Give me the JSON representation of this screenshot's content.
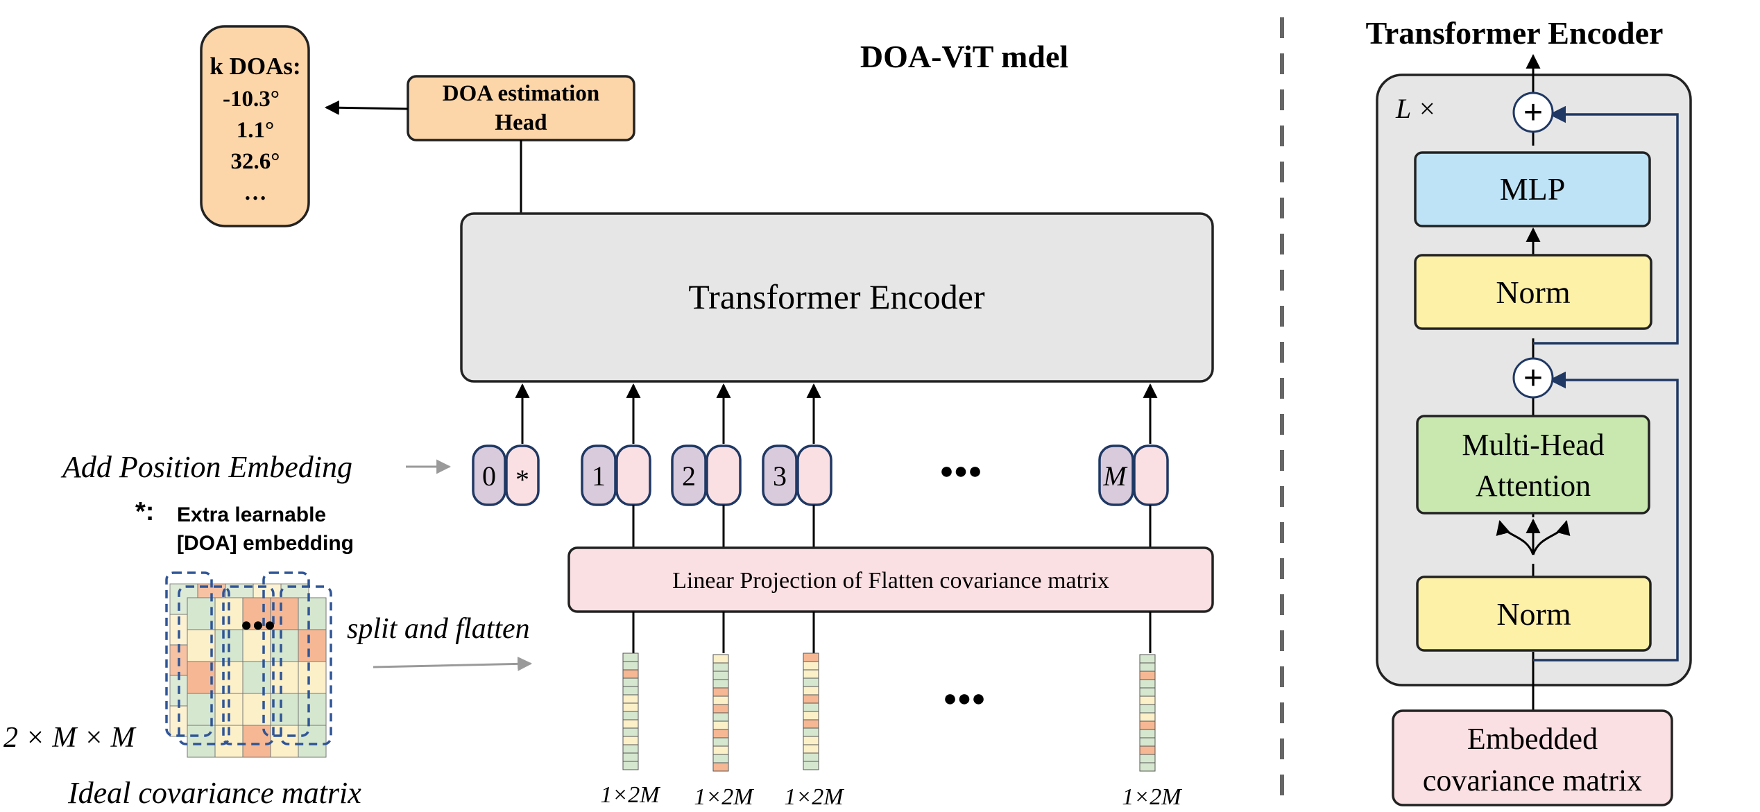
{
  "title": "DOA-ViT mdel",
  "output_box": {
    "label": "k DOAs:",
    "values": [
      "-10.3°",
      "1.1°",
      "32.6°",
      "…"
    ]
  },
  "head": {
    "line1": "DOA estimation",
    "line2": "Head"
  },
  "encoder_main_label": "Transformer Encoder",
  "position_embedding_label": "Add Position Embeding",
  "extra_token_note": {
    "symbol": "*:",
    "line1": "Extra learnable",
    "line2": "[DOA] embedding"
  },
  "tokens": [
    {
      "index": "0",
      "extra": "*"
    },
    {
      "index": "1",
      "extra": ""
    },
    {
      "index": "2",
      "extra": ""
    },
    {
      "index": "3",
      "extra": ""
    },
    {
      "index": "M",
      "extra": ""
    }
  ],
  "token_ellipsis": "●●●",
  "projection_label": "Linear Projection of Flatten covariance matrix",
  "split_label": "split and flatten",
  "matrix_dims": "2 × M × M",
  "matrix_caption": "Ideal covariance matrix",
  "matrix_ellipsis": "●●●",
  "vector_ellipsis": "●●●",
  "vector_dims": [
    "1×2M",
    "1×2M",
    "1×2M",
    "1×2M"
  ],
  "encoder_detail": {
    "title": "Transformer  Encoder",
    "repeat": "L ×",
    "mlp": "MLP",
    "norm_top": "Norm",
    "attention_line1": "Multi-Head",
    "attention_line2": "Attention",
    "norm_bottom": "Norm",
    "input_line1": "Embedded",
    "input_line2": "covariance matrix",
    "plus": "+"
  },
  "colors": {
    "orange": "#fcd5a8",
    "gray_box": "#e6e6e6",
    "pink": "#fbe0e3",
    "purple": "#d9cbdc",
    "blue": "#bfe3f6",
    "yellow": "#fdf0a7",
    "green": "#c9e8b0",
    "navy": "#1f3864",
    "cell_green": "#d6e7cf",
    "cell_yellow": "#fcf0c9",
    "cell_orange": "#f6b894"
  }
}
